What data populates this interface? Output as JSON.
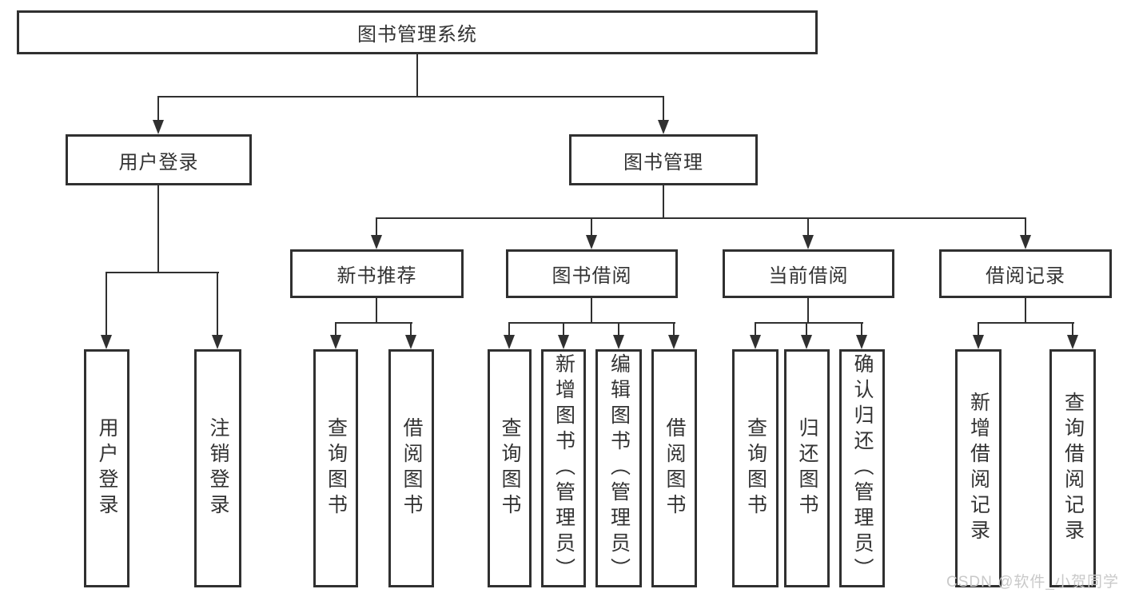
{
  "tree": {
    "root": {
      "label": "图书管理系统",
      "children": [
        {
          "label": "用户登录",
          "children": [
            {
              "label": "用户登录"
            },
            {
              "label": "注销登录"
            }
          ]
        },
        {
          "label": "图书管理",
          "children": [
            {
              "label": "新书推荐",
              "children": [
                {
                  "label": "查询图书"
                },
                {
                  "label": "借阅图书"
                }
              ]
            },
            {
              "label": "图书借阅",
              "children": [
                {
                  "label": "查询图书"
                },
                {
                  "label": "新增图书（管理员）"
                },
                {
                  "label": "编辑图书（管理员）"
                },
                {
                  "label": "借阅图书"
                }
              ]
            },
            {
              "label": "当前借阅",
              "children": [
                {
                  "label": "查询图书"
                },
                {
                  "label": "归还图书"
                },
                {
                  "label": "确认归还（管理员）"
                }
              ]
            },
            {
              "label": "借阅记录",
              "children": [
                {
                  "label": "新增借阅记录"
                },
                {
                  "label": "查询借阅记录"
                }
              ]
            }
          ]
        }
      ]
    }
  },
  "watermark": {
    "text": "CSDN @软件_小贺同学"
  },
  "colors": {
    "line": "#303030",
    "text": "#333333",
    "background": "#ffffff",
    "watermark": "#c9c9c9"
  }
}
